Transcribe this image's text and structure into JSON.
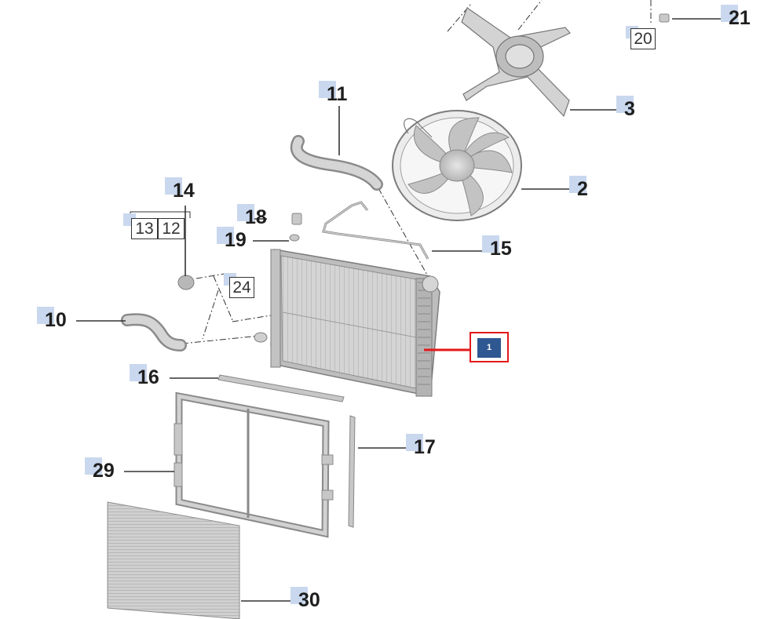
{
  "diagram": {
    "title": "",
    "selected_part": "1",
    "callouts": {
      "p1": "1",
      "p2": "2",
      "p3": "3",
      "p10": "10",
      "p11": "11",
      "p14": "14",
      "p15": "15",
      "p16": "16",
      "p17": "17",
      "p18": "18",
      "p19": "19",
      "p21": "21",
      "p29": "29",
      "p30": "30"
    },
    "boxed_refs": {
      "b20": "20",
      "b13": "13",
      "b12": "12",
      "b24": "24"
    },
    "colors": {
      "highlight_border": "#e3191b",
      "highlight_fill": "#2f5792",
      "callout_tab": "#c9d8ee",
      "part_gray": "#c8c8c8"
    }
  }
}
